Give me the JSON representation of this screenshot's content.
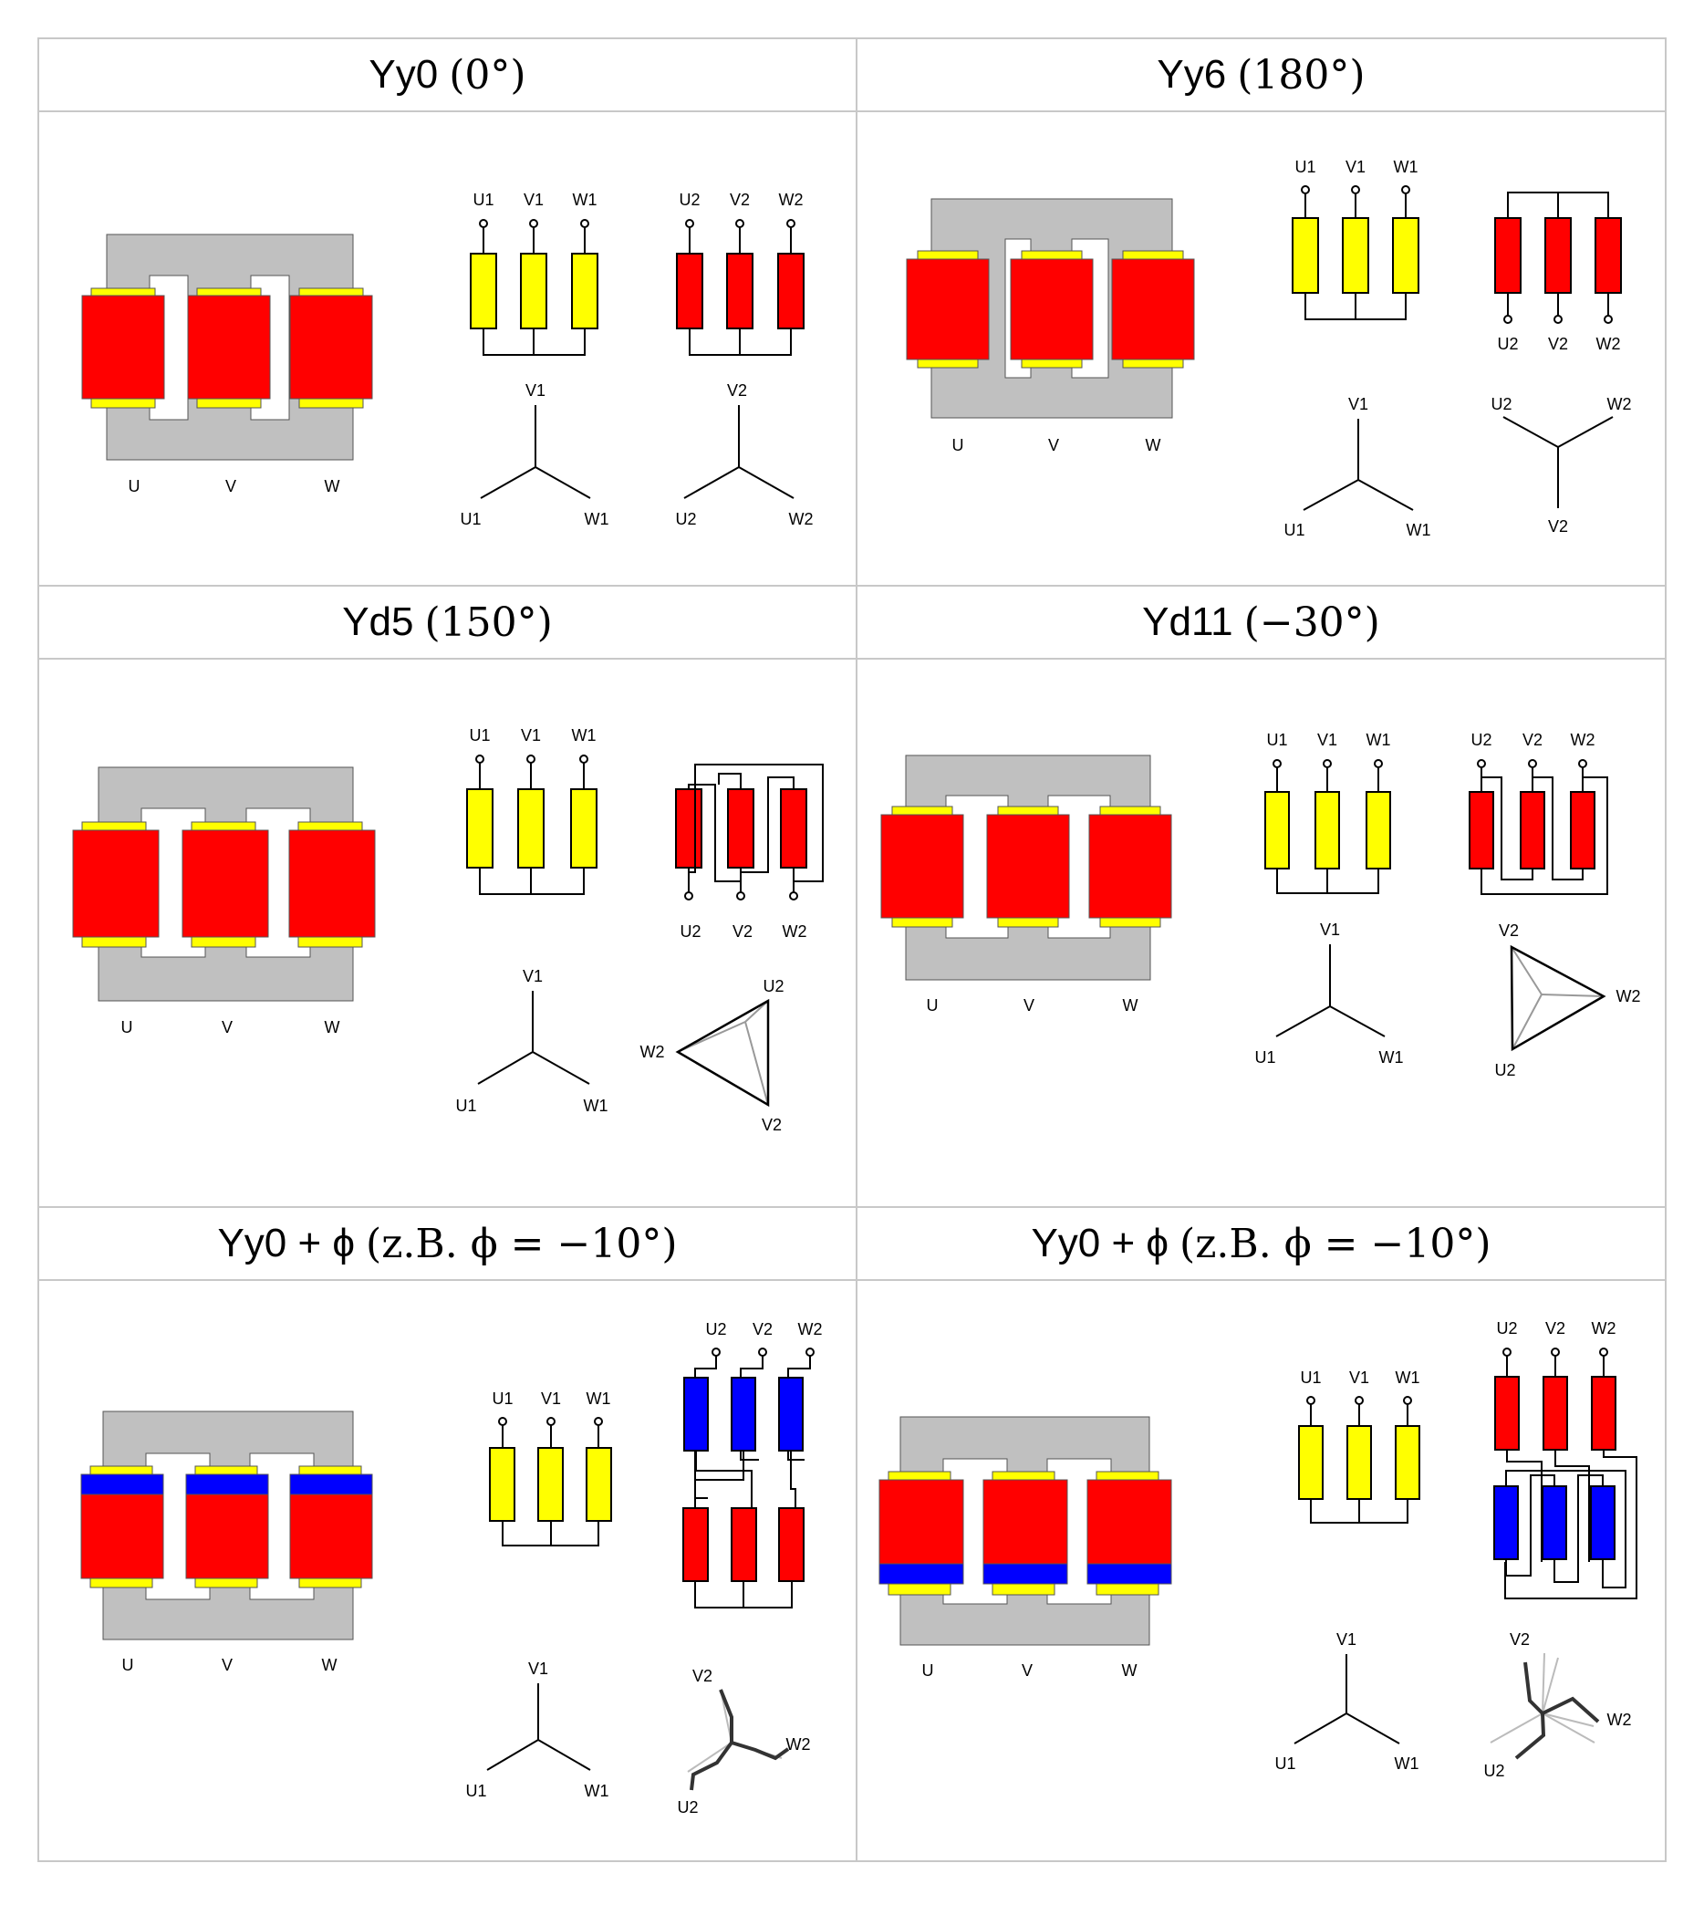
{
  "cells": [
    {
      "title": "Yy0",
      "angle": "(0°)"
    },
    {
      "title": "Yy6",
      "angle": "(180°)"
    },
    {
      "title": "Yd5",
      "angle": "(150°)"
    },
    {
      "title": "Yd11",
      "angle": "(−30°)"
    },
    {
      "title": "Yy0 + ϕ",
      "angle": "(z.B. ϕ = −10°)"
    },
    {
      "title": "Yy0 + ϕ",
      "angle": "(z.B. ϕ = −10°)"
    }
  ],
  "labels": {
    "u": "U",
    "v": "V",
    "w": "W",
    "u1": "U1",
    "v1": "V1",
    "w1": "W1",
    "u2": "U2",
    "v2": "V2",
    "w2": "W2"
  },
  "colors": {
    "core": "#c0c0c0",
    "winding_outer": "#ff0000",
    "winding_inner": "#ffff00",
    "winding_extra": "#0000ff",
    "grid": "#c8c8c8"
  }
}
